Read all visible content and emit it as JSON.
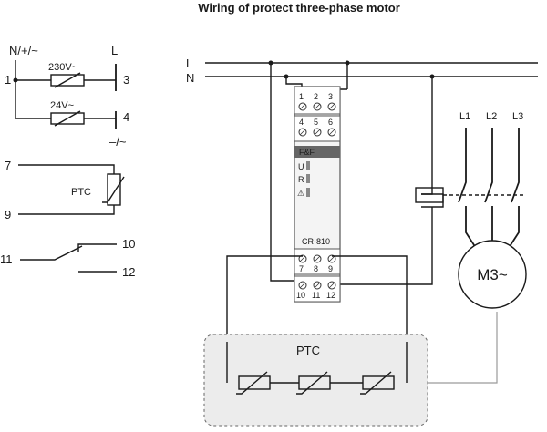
{
  "title": "Wiring of protect three-phase motor",
  "legend": {
    "supply_top": "N/+/~",
    "supply_l": "L",
    "term_1": "1",
    "term_3": "3",
    "term_4": "4",
    "v230": "230V~",
    "v24": "24V~",
    "supply_bottom": "–/~",
    "term_7": "7",
    "term_9": "9",
    "ptc": "PTC",
    "term_10": "10",
    "term_11": "11",
    "term_12": "12"
  },
  "schematic": {
    "line_l": "L",
    "line_n": "N",
    "phase_1": "L1",
    "phase_2": "L2",
    "phase_3": "L3",
    "motor": "M3~",
    "ptc_group": "PTC",
    "relay_model": "CR-810",
    "relay_brand": "F&F",
    "terminals_top1": [
      "1",
      "2",
      "3"
    ],
    "terminals_top2": [
      "4",
      "5",
      "6"
    ],
    "terminals_bot1": [
      "7",
      "8",
      "9"
    ],
    "terminals_bot2": [
      "10",
      "11",
      "12"
    ],
    "led_u": "U",
    "led_r": "R",
    "led_alarm": "⚠"
  }
}
